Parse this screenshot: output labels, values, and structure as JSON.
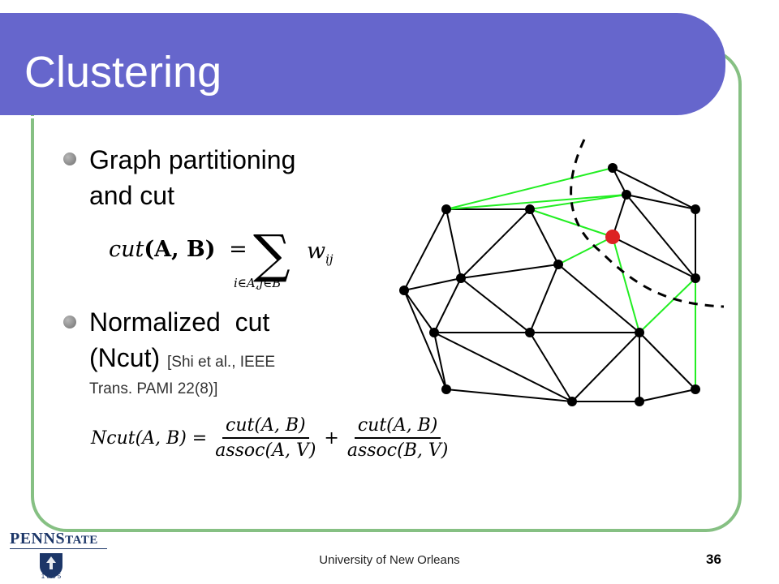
{
  "slide": {
    "title": "Clustering",
    "bullets": [
      {
        "text_line1": "Graph partitioning",
        "text_line2": "and cut"
      },
      {
        "text_line1": "Normalized  cut",
        "text_line2": "(Ncut)",
        "citation_line1": "[Shi et al., IEEE",
        "citation_line2": "Trans. PAMI 22(8)]"
      }
    ],
    "formula_cut": {
      "lhs_fn": "cut",
      "lhs_args": "(A, B)",
      "equals": "=",
      "sum_symbol": "∑",
      "sum_subscript": "i∈A,j∈B",
      "term": "w",
      "term_subscript": "ij"
    },
    "formula_ncut": {
      "lhs": "Ncut(A, B) =",
      "frac1_num": "cut(A, B)",
      "frac1_den": "assoc(A, V)",
      "plus": "+",
      "frac2_num": "cut(A, B)",
      "frac2_den": "assoc(B, V)"
    }
  },
  "footer": {
    "institution": "University of New Orleans",
    "page_number": "36"
  },
  "logo": {
    "text_penn": "PENN",
    "text_state_s": "S",
    "text_state_rest": "TATE",
    "year": "1 8 5 5"
  },
  "colors": {
    "title_bar": "#6666cc",
    "frame_border": "#86c083",
    "cut_edge": "#22ee22",
    "highlight_node": "#dd2222",
    "node": "#000000",
    "logo": "#1c3668"
  }
}
